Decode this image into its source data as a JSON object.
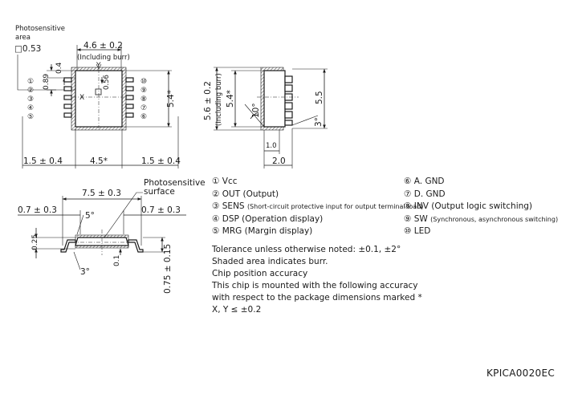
{
  "top_view": {
    "photosensitive_area_label": "Photosensitive",
    "photosensitive_area_label2": "area",
    "photosensitive_size": "□0.53",
    "width": "4.6 ± 0.2",
    "width_note": "(Including burr)",
    "dim_089": "0.89",
    "dim_04": "0.4",
    "dim_056": "0.56",
    "axis_x": "X",
    "axis_y": "Y",
    "height": "5.4*",
    "left_pitch": "1.5 ± 0.4",
    "body_width": "4.5*",
    "right_pitch": "1.5 ± 0.4",
    "pins_left": [
      "①",
      "②",
      "③",
      "④",
      "⑤"
    ],
    "pins_right": [
      "⑩",
      "⑨",
      "⑧",
      "⑦",
      "⑥"
    ]
  },
  "side_view": {
    "overall": "5.6 ± 0.2",
    "overall_note": "(Including burr)",
    "inner": "5.4*",
    "lead_span": "5.5",
    "angle_10": "10°",
    "angle_3": "3°",
    "lead_len": "1.0",
    "thickness": "2.0"
  },
  "front_view": {
    "photosensitive_surface": "Photosensitive",
    "photosensitive_surface2": "surface",
    "width": "7.5 ± 0.3",
    "left_lead": "0.7 ± 0.3",
    "right_lead": "0.7 ± 0.3",
    "angle_5": "5°",
    "angle_3": "3°",
    "dim_025": "0.25",
    "dim_01": "0.1",
    "height": "0.75 ± 0.15"
  },
  "pin_legend": {
    "left": [
      {
        "num": "①",
        "name": "Vcc",
        "small": ""
      },
      {
        "num": "②",
        "name": "OUT (Output)",
        "small": ""
      },
      {
        "num": "③",
        "name": "SENS",
        "small": "(Short-circuit protective input for output terminal load)"
      },
      {
        "num": "④",
        "name": "DSP (Operation display)",
        "small": ""
      },
      {
        "num": "⑤",
        "name": "MRG (Margin display)",
        "small": ""
      }
    ],
    "right": [
      {
        "num": "⑥",
        "name": "A. GND",
        "small": ""
      },
      {
        "num": "⑦",
        "name": "D. GND",
        "small": ""
      },
      {
        "num": "⑧",
        "name": "INV (Output logic switching)",
        "small": ""
      },
      {
        "num": "⑨",
        "name": "SW",
        "small": "(Synchronous, asynchronous switching)"
      },
      {
        "num": "⑩",
        "name": "LED",
        "small": ""
      }
    ]
  },
  "notes": [
    "Tolerance unless otherwise noted: ±0.1, ±2°",
    "Shaded area indicates burr.",
    "Chip position accuracy",
    "This chip is mounted with the following accuracy",
    "with respect to the package dimensions marked *",
    "X, Y ≤ ±0.2"
  ],
  "drawing_code": "KPICA0020EC"
}
